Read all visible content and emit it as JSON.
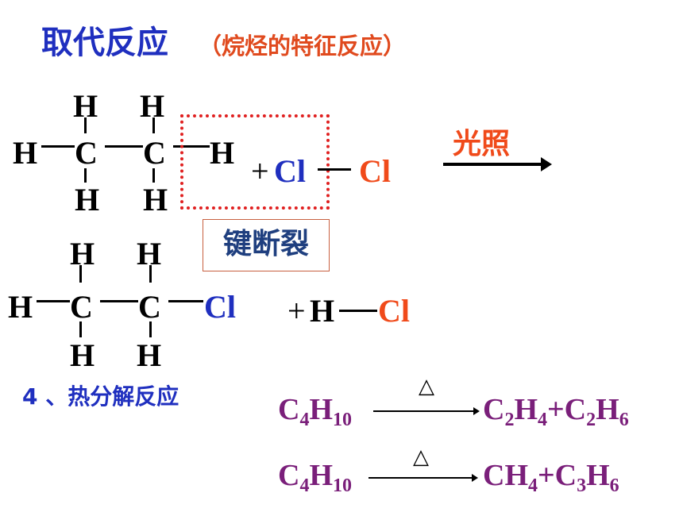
{
  "title": "取代反应",
  "subtitle": "（烷烃的特征反应）",
  "ethane": {
    "h_top_left": "H",
    "h_top_right": "H",
    "h_left": "H",
    "c1": "C",
    "c2": "C",
    "h_right": "H",
    "h_bottom_left": "H",
    "h_bottom_right": "H"
  },
  "chlorine": {
    "plus": "+",
    "cl1": "Cl",
    "cl2": "Cl"
  },
  "bond_break_label": "键断裂",
  "condition": "光照",
  "chloroethane": {
    "h_top_left": "H",
    "h_top_right": "H",
    "h_left": "H",
    "c1": "C",
    "c2": "C",
    "cl": "Cl",
    "h_bottom_left": "H",
    "h_bottom_right": "H"
  },
  "hcl": {
    "plus": "+",
    "h": "H",
    "cl": "Cl"
  },
  "section_label": "4 、热分解反应",
  "reactions": [
    {
      "reactant": {
        "base": "C",
        "sub1": "4",
        "mid": "H",
        "sub2": "10"
      },
      "condition_symbol": "△",
      "product_1": {
        "base": "C",
        "sub1": "2",
        "mid": "H",
        "sub2": "4"
      },
      "plus": "+",
      "product_2": {
        "base": "C",
        "sub1": "2",
        "mid": "H",
        "sub2": "6"
      }
    },
    {
      "reactant": {
        "base": "C",
        "sub1": "4",
        "mid": "H",
        "sub2": "10"
      },
      "condition_symbol": "△",
      "product_1": {
        "base": "CH",
        "sub1": "4",
        "mid": "",
        "sub2": ""
      },
      "plus": "+",
      "product_2": {
        "base": "C",
        "sub1": "3",
        "mid": "H",
        "sub2": "6"
      }
    }
  ]
}
